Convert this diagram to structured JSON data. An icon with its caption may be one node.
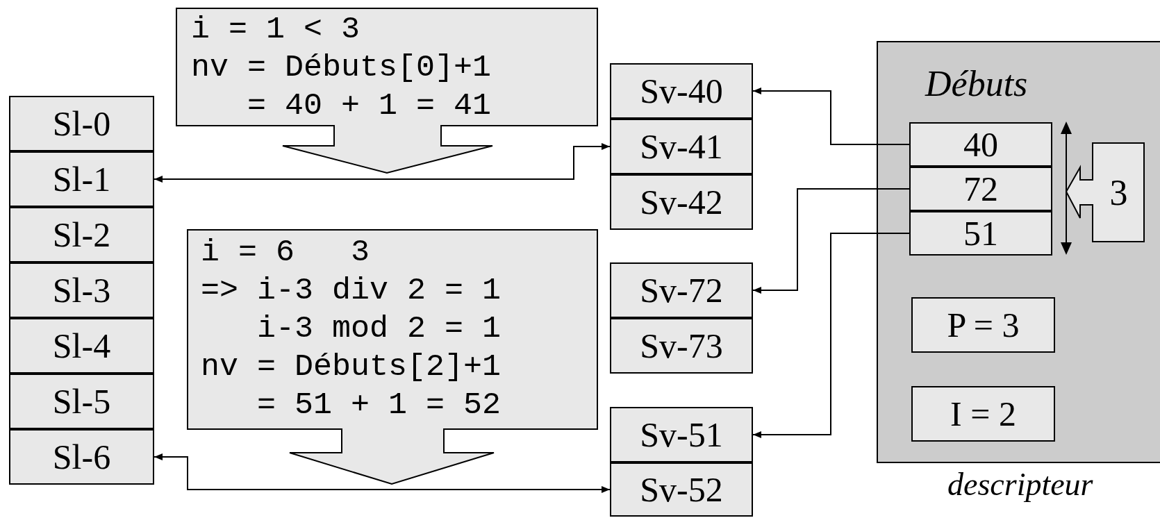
{
  "diagram": {
    "nodes": [
      {
        "text": [
          "Sl-0"
        ]
      },
      {
        "text": [
          "Sl-1"
        ]
      },
      {
        "text": [
          "Sl-2"
        ]
      },
      {
        "text": [
          "Sl-3"
        ]
      },
      {
        "text": [
          "Sl-4"
        ]
      },
      {
        "text": [
          "Sl-5"
        ]
      },
      {
        "text": [
          "Sl-6"
        ]
      },
      {
        "text": [
          "i = 1 < 3",
          "nv = Débuts[0]+1",
          "= 40 + 1 = 41"
        ]
      },
      {
        "text": [
          "Sv-40"
        ]
      },
      {
        "text": [
          "Sv-41"
        ]
      },
      {
        "text": [
          "Sv-42"
        ]
      },
      {
        "text": [
          "i = 6   3",
          "=> i-3 div 2 = 1",
          "i-3 mod 2 = 1",
          "nv = Débuts[2]+1",
          "= 51 + 1 = 52"
        ]
      },
      {
        "text": [
          "Sv-72"
        ]
      },
      {
        "text": [
          "Sv-73"
        ]
      },
      {
        "text": [
          "Sv-51"
        ]
      },
      {
        "text": [
          "Sv-52"
        ]
      },
      {
        "text": [
          "Débuts"
        ],
        "beside": [
          "descripteur"
        ]
      },
      {
        "text": [
          "40"
        ],
        "in": 16
      },
      {
        "text": [
          "72"
        ],
        "in": 16
      },
      {
        "text": [
          "51"
        ],
        "in": 16
      },
      {
        "text": [
          "3"
        ],
        "in": 16
      },
      {
        "text": [
          "P = 3"
        ],
        "in": 16
      },
      {
        "text": [
          "I = 2"
        ],
        "in": 16
      }
    ],
    "edges": [
      {
        "from": 17,
        "to": 8,
        "arrow": "to"
      },
      {
        "from": 18,
        "to": 12,
        "arrow": "to"
      },
      {
        "from": 19,
        "to": 14,
        "arrow": "to"
      },
      {
        "from": 1,
        "to": 9,
        "arrow": "both"
      },
      {
        "from": 6,
        "to": 15,
        "arrow": "both"
      }
    ]
  }
}
